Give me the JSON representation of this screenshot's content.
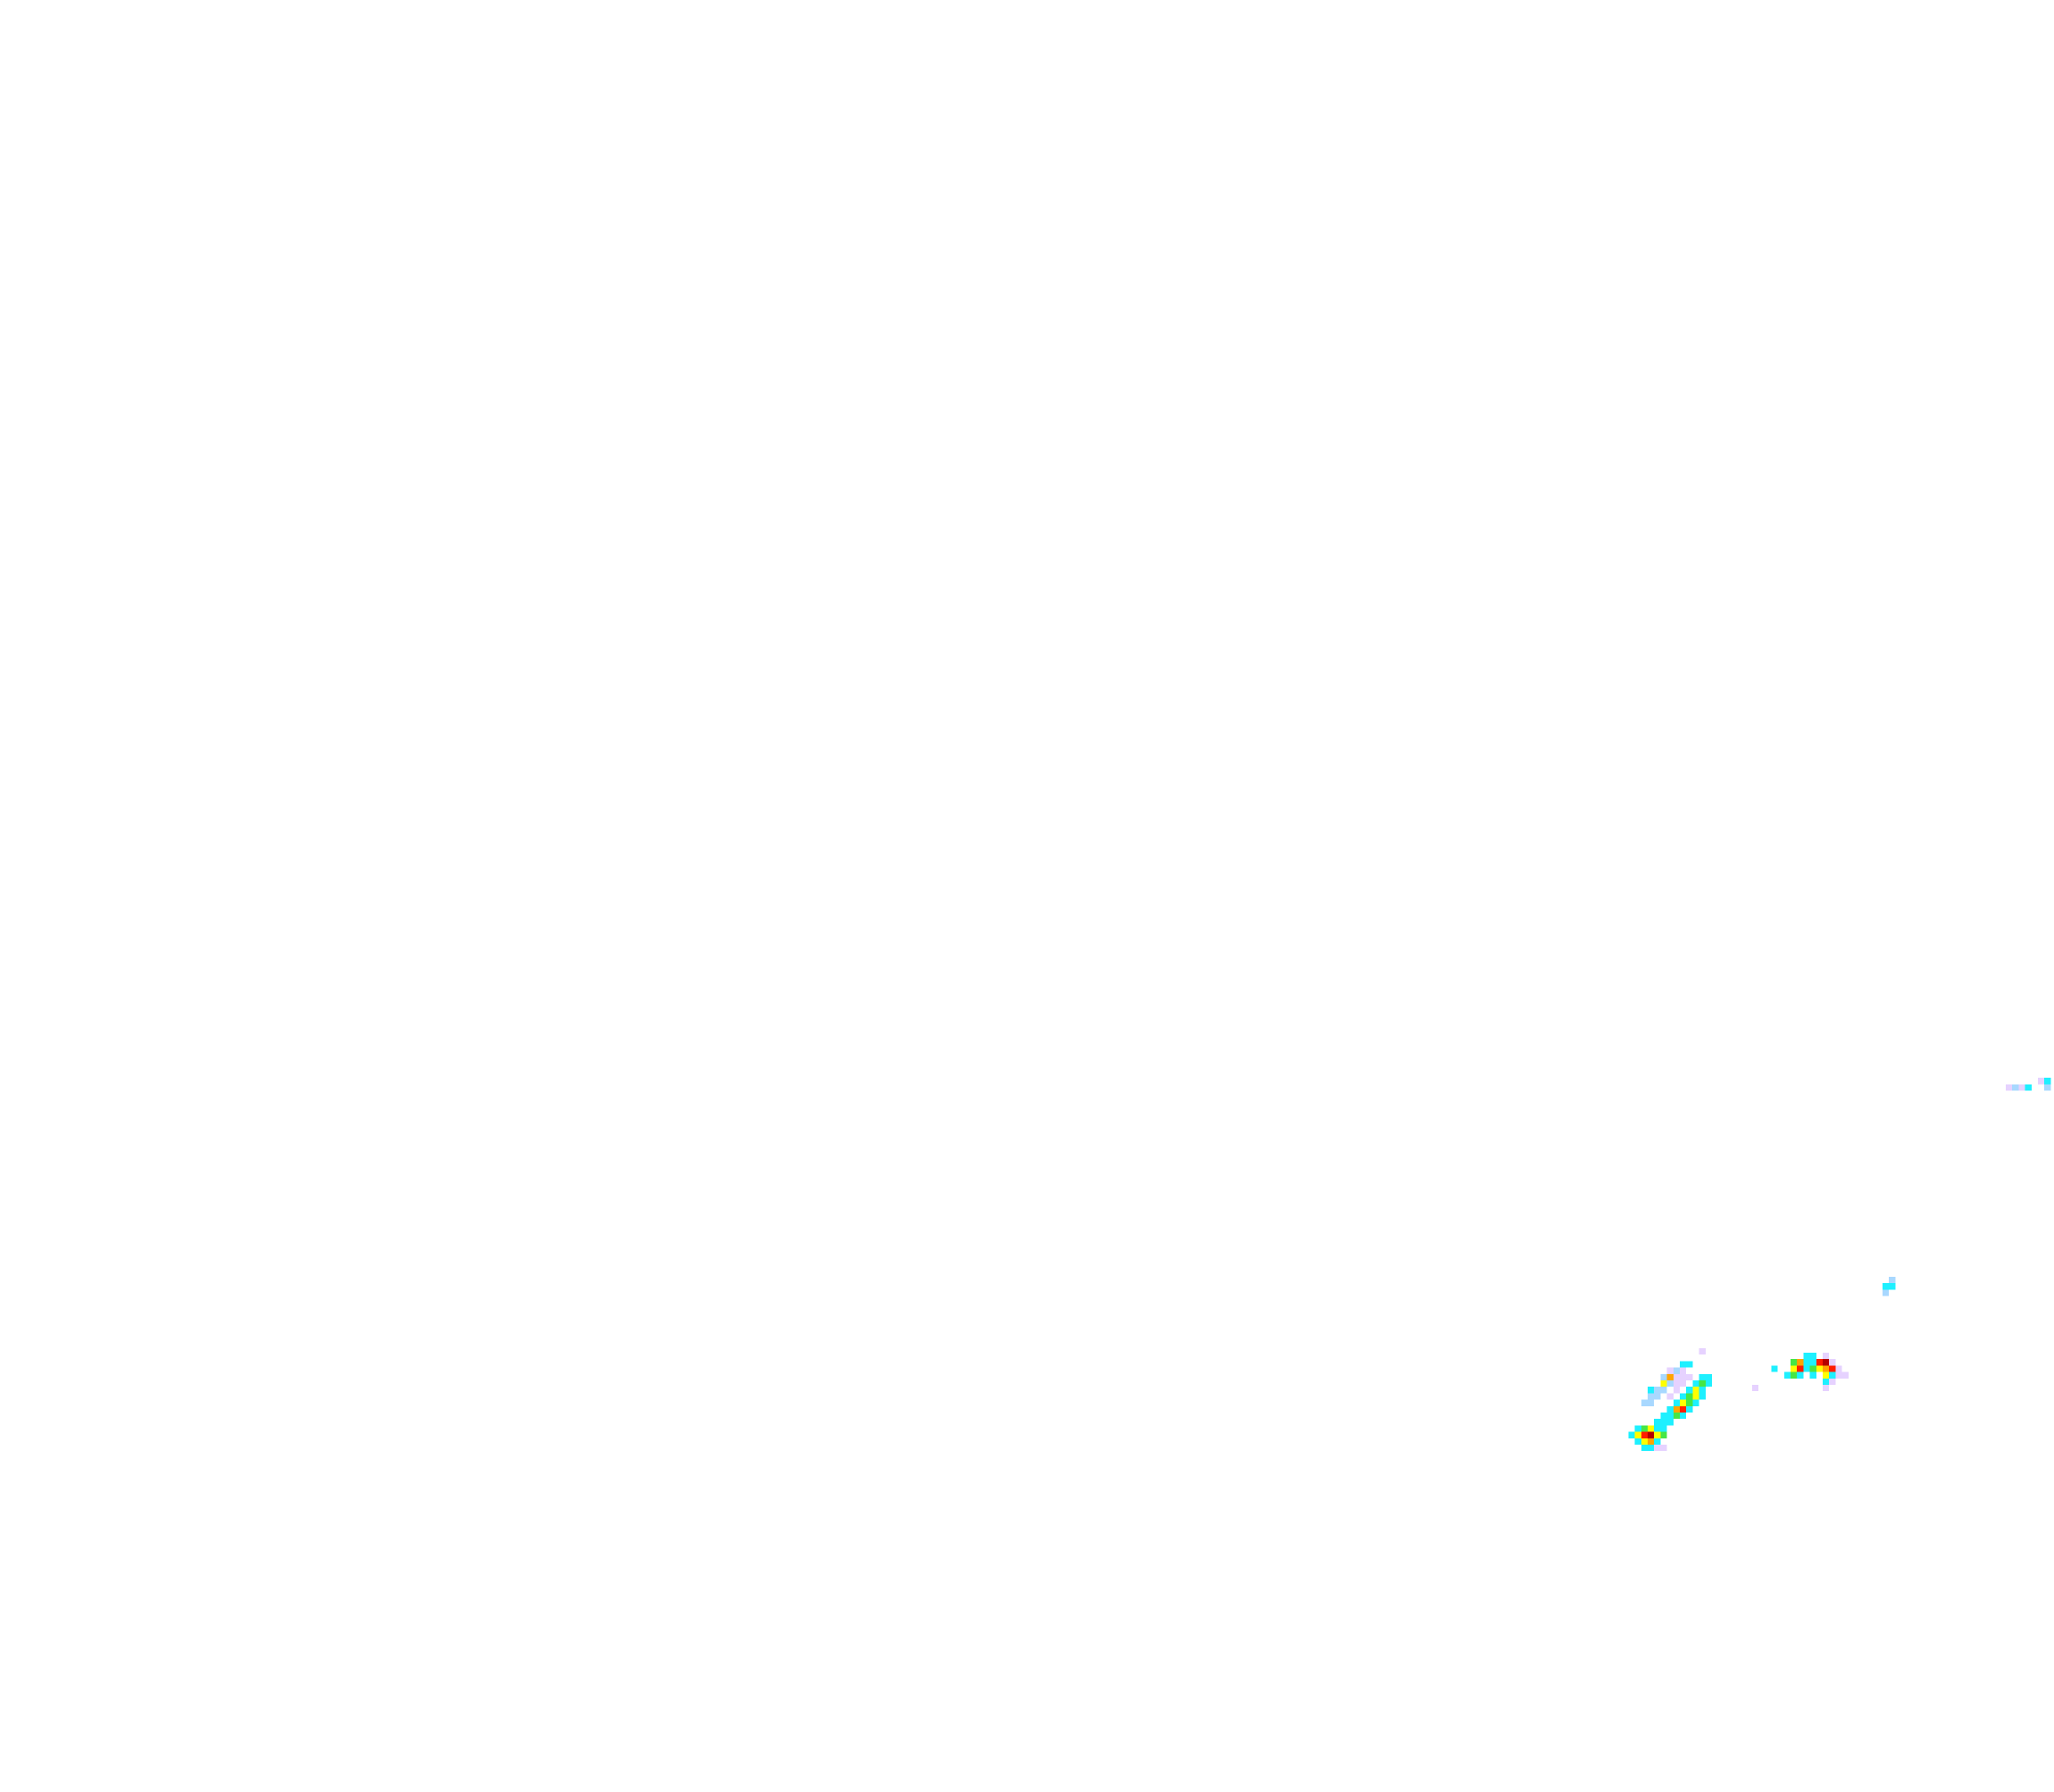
{
  "layer": {
    "kind": "precipitation-radar-overlay",
    "background": "#ffffff",
    "palette": {
      "lavender": "#e6d2ff",
      "light_blue": "#a8d8ff",
      "cyan": "#1ef0ff",
      "green": "#46e646",
      "yellow": "#ffff00",
      "orange": "#ffa500",
      "red": "#ff1e00",
      "dark_red": "#b40000"
    },
    "echo_clusters": [
      {
        "id": "cluster-southwest-band",
        "peak_intensity": "dark_red",
        "intensity_levels": [
          "lavender",
          "light_blue",
          "cyan",
          "green",
          "yellow",
          "orange",
          "red",
          "dark_red"
        ]
      },
      {
        "id": "cluster-central-cell",
        "peak_intensity": "dark_red",
        "intensity_levels": [
          "lavender",
          "cyan",
          "green",
          "yellow",
          "orange",
          "red",
          "dark_red"
        ]
      },
      {
        "id": "cluster-isolated-cell",
        "peak_intensity": "cyan",
        "intensity_levels": [
          "light_blue",
          "cyan"
        ]
      },
      {
        "id": "cluster-east-edge",
        "peak_intensity": "light_blue",
        "intensity_levels": [
          "lavender",
          "light_blue",
          "cyan"
        ]
      }
    ]
  }
}
